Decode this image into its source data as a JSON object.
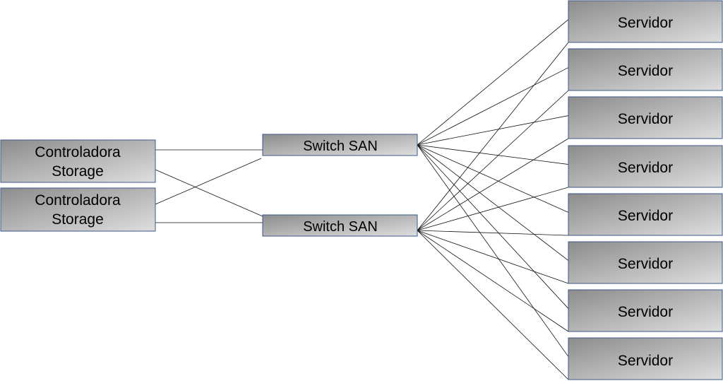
{
  "controllers": [
    {
      "label_line1": "Controladora",
      "label_line2": "Storage"
    },
    {
      "label_line1": "Controladora",
      "label_line2": "Storage"
    }
  ],
  "switches": [
    {
      "label": "Switch SAN"
    },
    {
      "label": "Switch SAN"
    }
  ],
  "servers": [
    {
      "label": "Servidor"
    },
    {
      "label": "Servidor"
    },
    {
      "label": "Servidor"
    },
    {
      "label": "Servidor"
    },
    {
      "label": "Servidor"
    },
    {
      "label": "Servidor"
    },
    {
      "label": "Servidor"
    },
    {
      "label": "Servidor"
    }
  ],
  "colors": {
    "box_light": "#d6d6d6",
    "box_dark": "#8c8c8c",
    "box_border": "#3b5a8a",
    "line": "#111111"
  }
}
